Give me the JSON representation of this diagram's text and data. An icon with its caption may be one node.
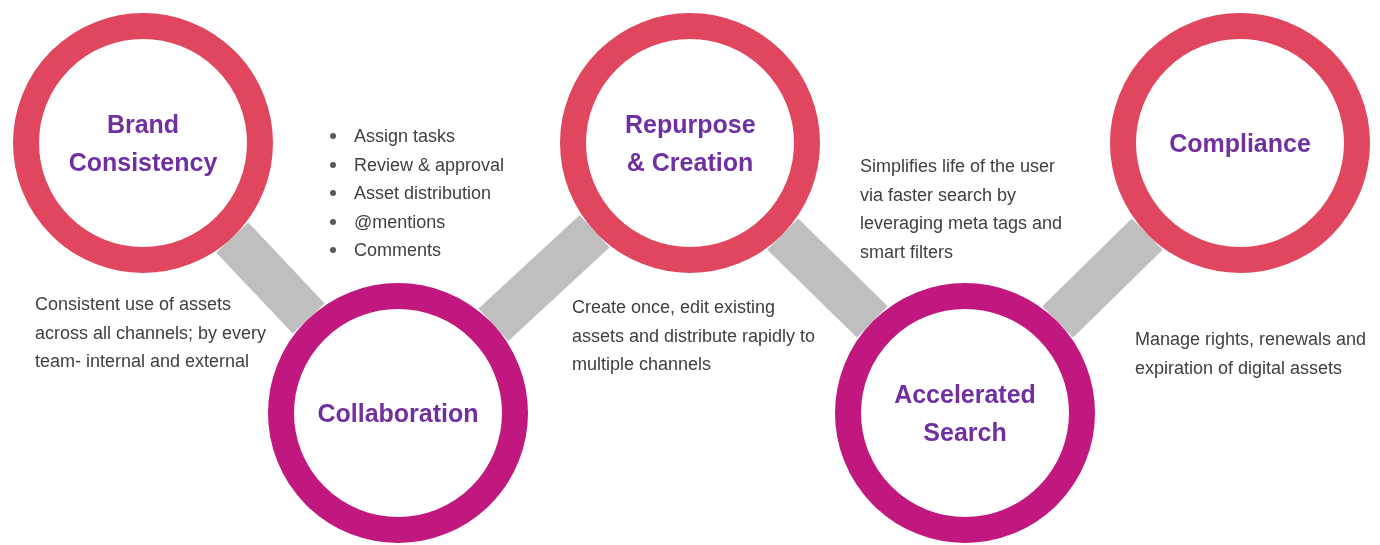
{
  "diagram": {
    "nodes": [
      {
        "text": [
          "Brand Consistency"
        ]
      },
      {
        "text": [
          "Collaboration"
        ]
      },
      {
        "text": [
          "Repurpose & Creation"
        ]
      },
      {
        "text": [
          "Accelerated Search"
        ]
      },
      {
        "text": [
          "Compliance"
        ]
      }
    ],
    "edges": [
      {
        "from": 0,
        "to": 1,
        "arrow": "none"
      },
      {
        "from": 1,
        "to": 2,
        "arrow": "none"
      },
      {
        "from": 2,
        "to": 3,
        "arrow": "none"
      },
      {
        "from": 3,
        "to": 4,
        "arrow": "none"
      }
    ],
    "labels": [
      "Assign tasks",
      "Review & approval",
      "Asset distribution",
      "@mentions",
      "Comments",
      "Simplifies life of the user via faster search by leveraging meta tags and smart filters",
      "Consistent use of assets across all channels; by every team- internal and external",
      "Create once, edit existing assets and distribute rapidly to multiple channels",
      "Manage rights, renewals and expiration of digital assets"
    ]
  }
}
